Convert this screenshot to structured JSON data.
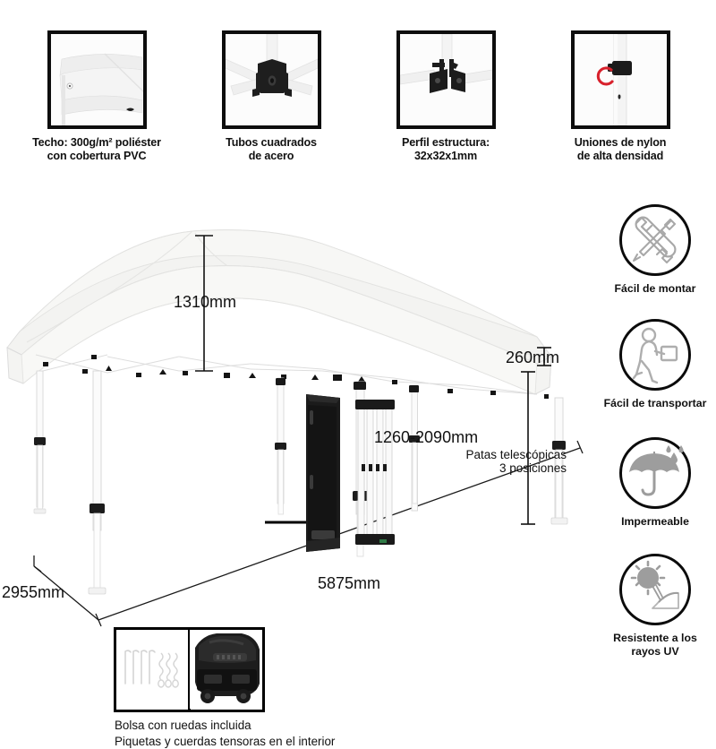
{
  "top_features": [
    {
      "icon": "canopy-fabric-photo",
      "caption": "Techo: 300g/m² poliéster\ncon cobertura PVC"
    },
    {
      "icon": "square-steel-tube-joint-photo",
      "caption": "Tubos cuadrados\nde acero"
    },
    {
      "icon": "frame-profile-joint-photo",
      "caption": "Perfil estructura:\n32x32x1mm"
    },
    {
      "icon": "nylon-leg-lock-photo",
      "caption": "Uniones de nylon\nde alta densidad"
    }
  ],
  "diagram": {
    "product": "gazebo-canopy-tent",
    "dimensions": {
      "canopy_peak_height": "1310mm",
      "valance_height": "260mm",
      "leg_height": "1260-2090mm",
      "leg_height_sub": "Patas telescópicas\n3 posiciones",
      "depth": "2955mm",
      "width": "5875mm"
    },
    "callout": {
      "left_image": "stakes-and-guy-ropes",
      "right_image": "wheeled-carry-bag",
      "caption": "Bolsa con ruedas incluida\nPiquetas y cuerdas tensoras en el interior"
    },
    "accessories": {
      "bag_label": "folded-canopy-bag",
      "frame_label": "folded-steel-frame"
    }
  },
  "side_features": [
    {
      "icon": "wrench-screwdriver-icon",
      "label": "Fácil de montar"
    },
    {
      "icon": "person-carrying-box-icon",
      "label": "Fácil de transportar"
    },
    {
      "icon": "umbrella-raindrops-icon",
      "label": "Impermeable"
    },
    {
      "icon": "sun-uv-rays-icon",
      "label": "Resistente a los\nrayos UV"
    }
  ],
  "colors": {
    "outline": "#0d0d0d",
    "canopy": "#f2f2f0",
    "metal": "#ffffff",
    "plastic_black": "#1b1b1b",
    "accent_red": "#d8212c",
    "icon_gray": "#9a9a9a",
    "background": "#ffffff"
  }
}
